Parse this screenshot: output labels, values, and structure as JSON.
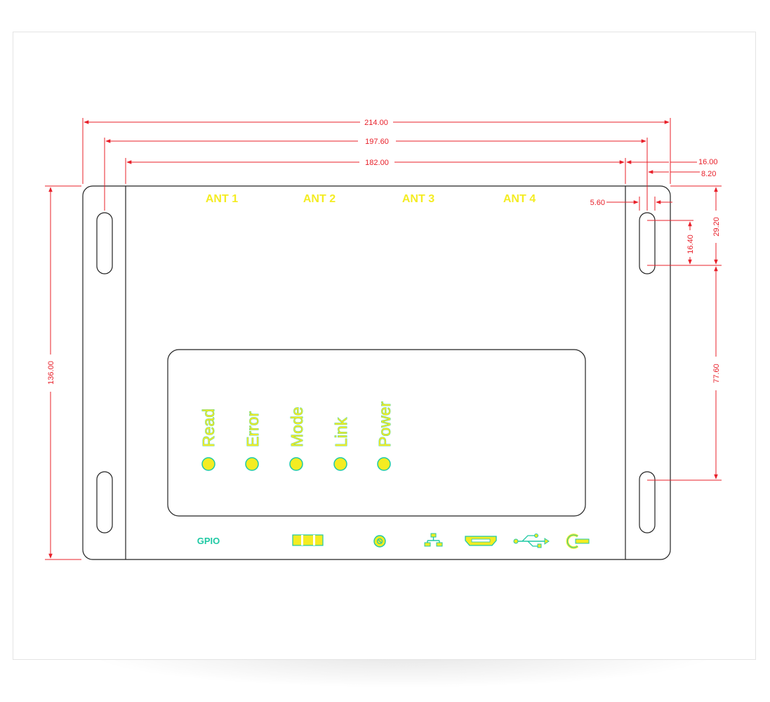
{
  "dimensions": {
    "overall_width": "214.00",
    "slot_center_width": "197.60",
    "inner_width": "182.00",
    "right_offset_16": "16.00",
    "right_offset_8": "8.20",
    "slot_width": "5.60",
    "slot_length": "16.40",
    "slot_top_offset": "29.20",
    "slot_spacing": "77.60",
    "overall_height": "136.00"
  },
  "antennas": [
    "ANT 1",
    "ANT 2",
    "ANT 3",
    "ANT 4"
  ],
  "leds": [
    "Read",
    "Error",
    "Mode",
    "Link",
    "Power"
  ],
  "ports": {
    "gpio_label": "GPIO"
  },
  "icons": [
    "gpio-port-icon",
    "reset-icon",
    "ethernet-icon",
    "hdmi-icon",
    "usb-icon",
    "power-icon"
  ],
  "colors": {
    "dimension": "#e8202a",
    "label_fill": "#f4ec22",
    "label_outline": "#1fc9a4",
    "outline": "#222222"
  }
}
